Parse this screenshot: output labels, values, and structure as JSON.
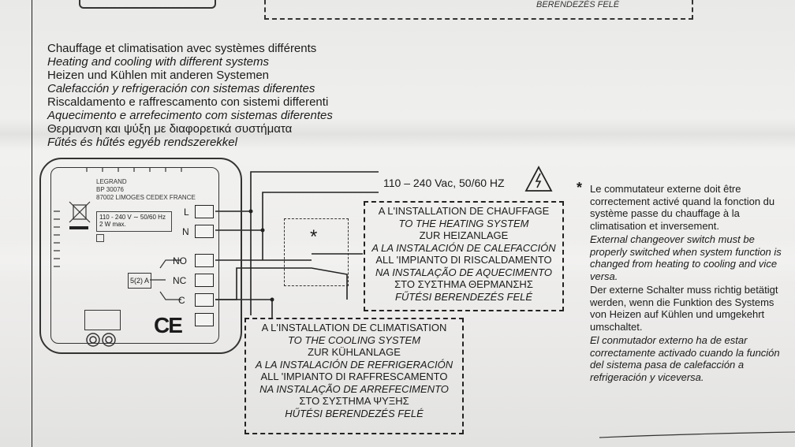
{
  "top_box_text": "BERENDEZÉS FELÉ",
  "titles": [
    {
      "text": "Chauffage et climatisation avec systèmes différents",
      "italic": false
    },
    {
      "text": "Heating and cooling with different systems",
      "italic": true
    },
    {
      "text": "Heizen und Kühlen mit anderen Systemen",
      "italic": false
    },
    {
      "text": "Calefacción y refrigeración con sistemas diferentes",
      "italic": true
    },
    {
      "text": "Riscaldamento e raffrescamento con sistemi differenti",
      "italic": false
    },
    {
      "text": "Aquecimento e arrefecimento com sistemas diferentes",
      "italic": true
    },
    {
      "text": "Θερμανση και ψύξη με διαφορετικά συστήματα",
      "italic": false
    },
    {
      "text": "Fűtés és hűtés egyéb rendszerekkel",
      "italic": true
    }
  ],
  "device": {
    "brand_lines": [
      "LEGRAND",
      "BP 30076",
      "87002 LIMOGES CEDEX FRANCE"
    ],
    "spec_lines": [
      "110 - 240 V ∼ 50/60 Hz",
      "2 W max."
    ],
    "relay_label": "5(2) A",
    "ce_mark": "CE",
    "terminals": [
      "L",
      "N",
      "NO",
      "NC",
      "C"
    ]
  },
  "supply_label": "110 – 240 Vac, 50/60 HZ",
  "heating_box": [
    "A L'INSTALLATION DE CHAUFFAGE",
    "TO THE HEATING SYSTEM",
    "ZUR HEIZANLAGE",
    "A LA INSTALACIÓN DE CALEFACCIÓN",
    "ALL 'IMPIANTO DI RISCALDAMENTO",
    "NA INSTALAÇÃO DE AQUECIMENTO",
    "ΣΤΟ ΣΥΣΤΗΜΑ ΘΕΡΜΑΝΣΗΣ",
    "FŰTÉSI BERENDEZÉS FELÉ"
  ],
  "cooling_box": [
    "A L'INSTALLATION DE CLIMATISATION",
    "TO THE COOLING SYSTEM",
    "ZUR KÜHLANLAGE",
    "A LA INSTALACIÓN DE REFRIGERACIÓN",
    "ALL 'IMPIANTO DI RAFFRESCAMENTO",
    "NA INSTALAÇÃO DE ARREFECIMENTO",
    "ΣΤΟ ΣΥΣΤΗΜΑ ΨΥΞΗΣ",
    "HŰTÉSI BERENDEZÉS FELÉ"
  ],
  "switch_symbol": "*",
  "note_star": "*",
  "notes": [
    {
      "text": "Le commutateur externe doit être correctement activé quand la fonction du système passe du chauffage à la climatisation et inversement.",
      "italic": false
    },
    {
      "text": "External changeover switch must be properly switched when system function is changed from heating to cooling and vice versa.",
      "italic": true
    },
    {
      "text": "Der externe Schalter muss richtig betätigt werden, wenn die Funktion des Systems von Heizen auf Kühlen und umgekehrt umschaltet.",
      "italic": false
    },
    {
      "text": "El conmutador externo ha de estar correctamente activado cuando la función del sistema pasa de calefacción a refrigeración y viceversa.",
      "italic": true
    }
  ]
}
